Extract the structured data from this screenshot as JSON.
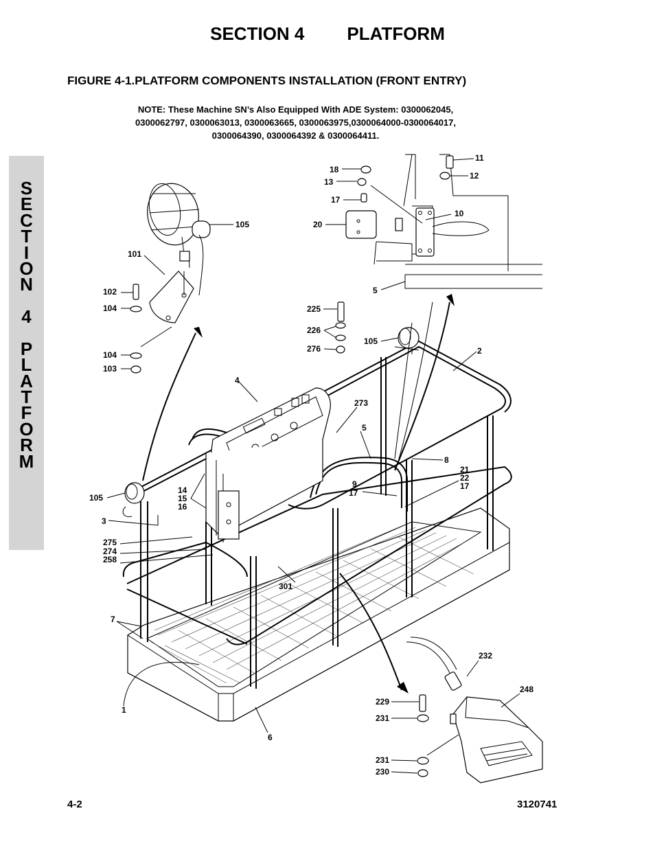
{
  "header": {
    "section_label": "SECTION 4",
    "section_name": "PLATFORM"
  },
  "figure": {
    "title": "FIGURE 4-1.PLATFORM COMPONENTS INSTALLATION (FRONT ENTRY)",
    "note_lines": [
      "NOTE:  These Machine SN’s Also Equipped With ADE System:  0300062045,",
      "0300062797, 0300063013, 0300063665, 0300063975,0300064000-0300064017,",
      "0300064390, 0300064392 & 0300064411."
    ]
  },
  "side_tab": {
    "letters": [
      "S",
      "E",
      "C",
      "T",
      "I",
      "O",
      "N",
      " ",
      "4",
      " ",
      "P",
      "L",
      "A",
      "T",
      "F",
      "O",
      "R",
      "M"
    ]
  },
  "callouts": {
    "c18": "18",
    "c13": "13",
    "c17a": "17",
    "c20": "20",
    "c11": "11",
    "c12": "12",
    "c10": "10",
    "c5a": "5",
    "c105a": "105",
    "c101": "101",
    "c102": "102",
    "c104a": "104",
    "c104b": "104",
    "c103": "103",
    "c225": "225",
    "c226": "226",
    "c276": "276",
    "c105b": "105",
    "c2": "2",
    "c4": "4",
    "c273": "273",
    "c5b": "5",
    "c8": "8",
    "c21": "21",
    "c22": "22",
    "c17b": "17",
    "c9": "9",
    "c17c": "17",
    "c14": "14",
    "c15": "15",
    "c16": "16",
    "c105c": "105",
    "c3": "3",
    "c275": "275",
    "c274": "274",
    "c258": "258",
    "c301": "301",
    "c7": "7",
    "c232": "232",
    "c248": "248",
    "c229": "229",
    "c231a": "231",
    "c231b": "231",
    "c230": "230",
    "c1": "1",
    "c6": "6"
  },
  "footer": {
    "page_number": "4-2",
    "doc_number": "3120741"
  }
}
